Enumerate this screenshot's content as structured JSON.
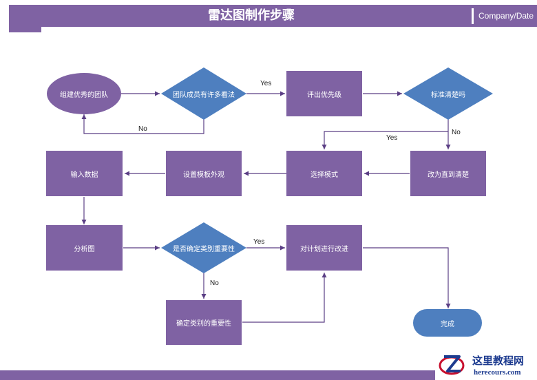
{
  "header": {
    "title": "雷达图制作步骤",
    "date_label": "Company/Date"
  },
  "colors": {
    "purple": "#7f62a3",
    "blue": "#4e7fbf",
    "line": "#5b3f85"
  },
  "nodes": {
    "team": "组建优秀的团队",
    "views": "团队成员有许多看法",
    "priority": "评出优先级",
    "clear": "标准清楚吗",
    "change": "改为直到清楚",
    "mode": "选择模式",
    "template": "设置模板外观",
    "input": "输入数据",
    "analyze": "分析图",
    "importance": "是否确定类别重要性",
    "improve": "对计划进行改进",
    "confirm": "确定类别的重要性",
    "done": "完成"
  },
  "edge_labels": {
    "views_yes": "Yes",
    "views_no": "No",
    "clear_no": "No",
    "clear_yes": "Yes",
    "importance_yes": "Yes",
    "importance_no": "No"
  },
  "watermark": {
    "title": "这里教程网",
    "url": "herecours.com"
  }
}
